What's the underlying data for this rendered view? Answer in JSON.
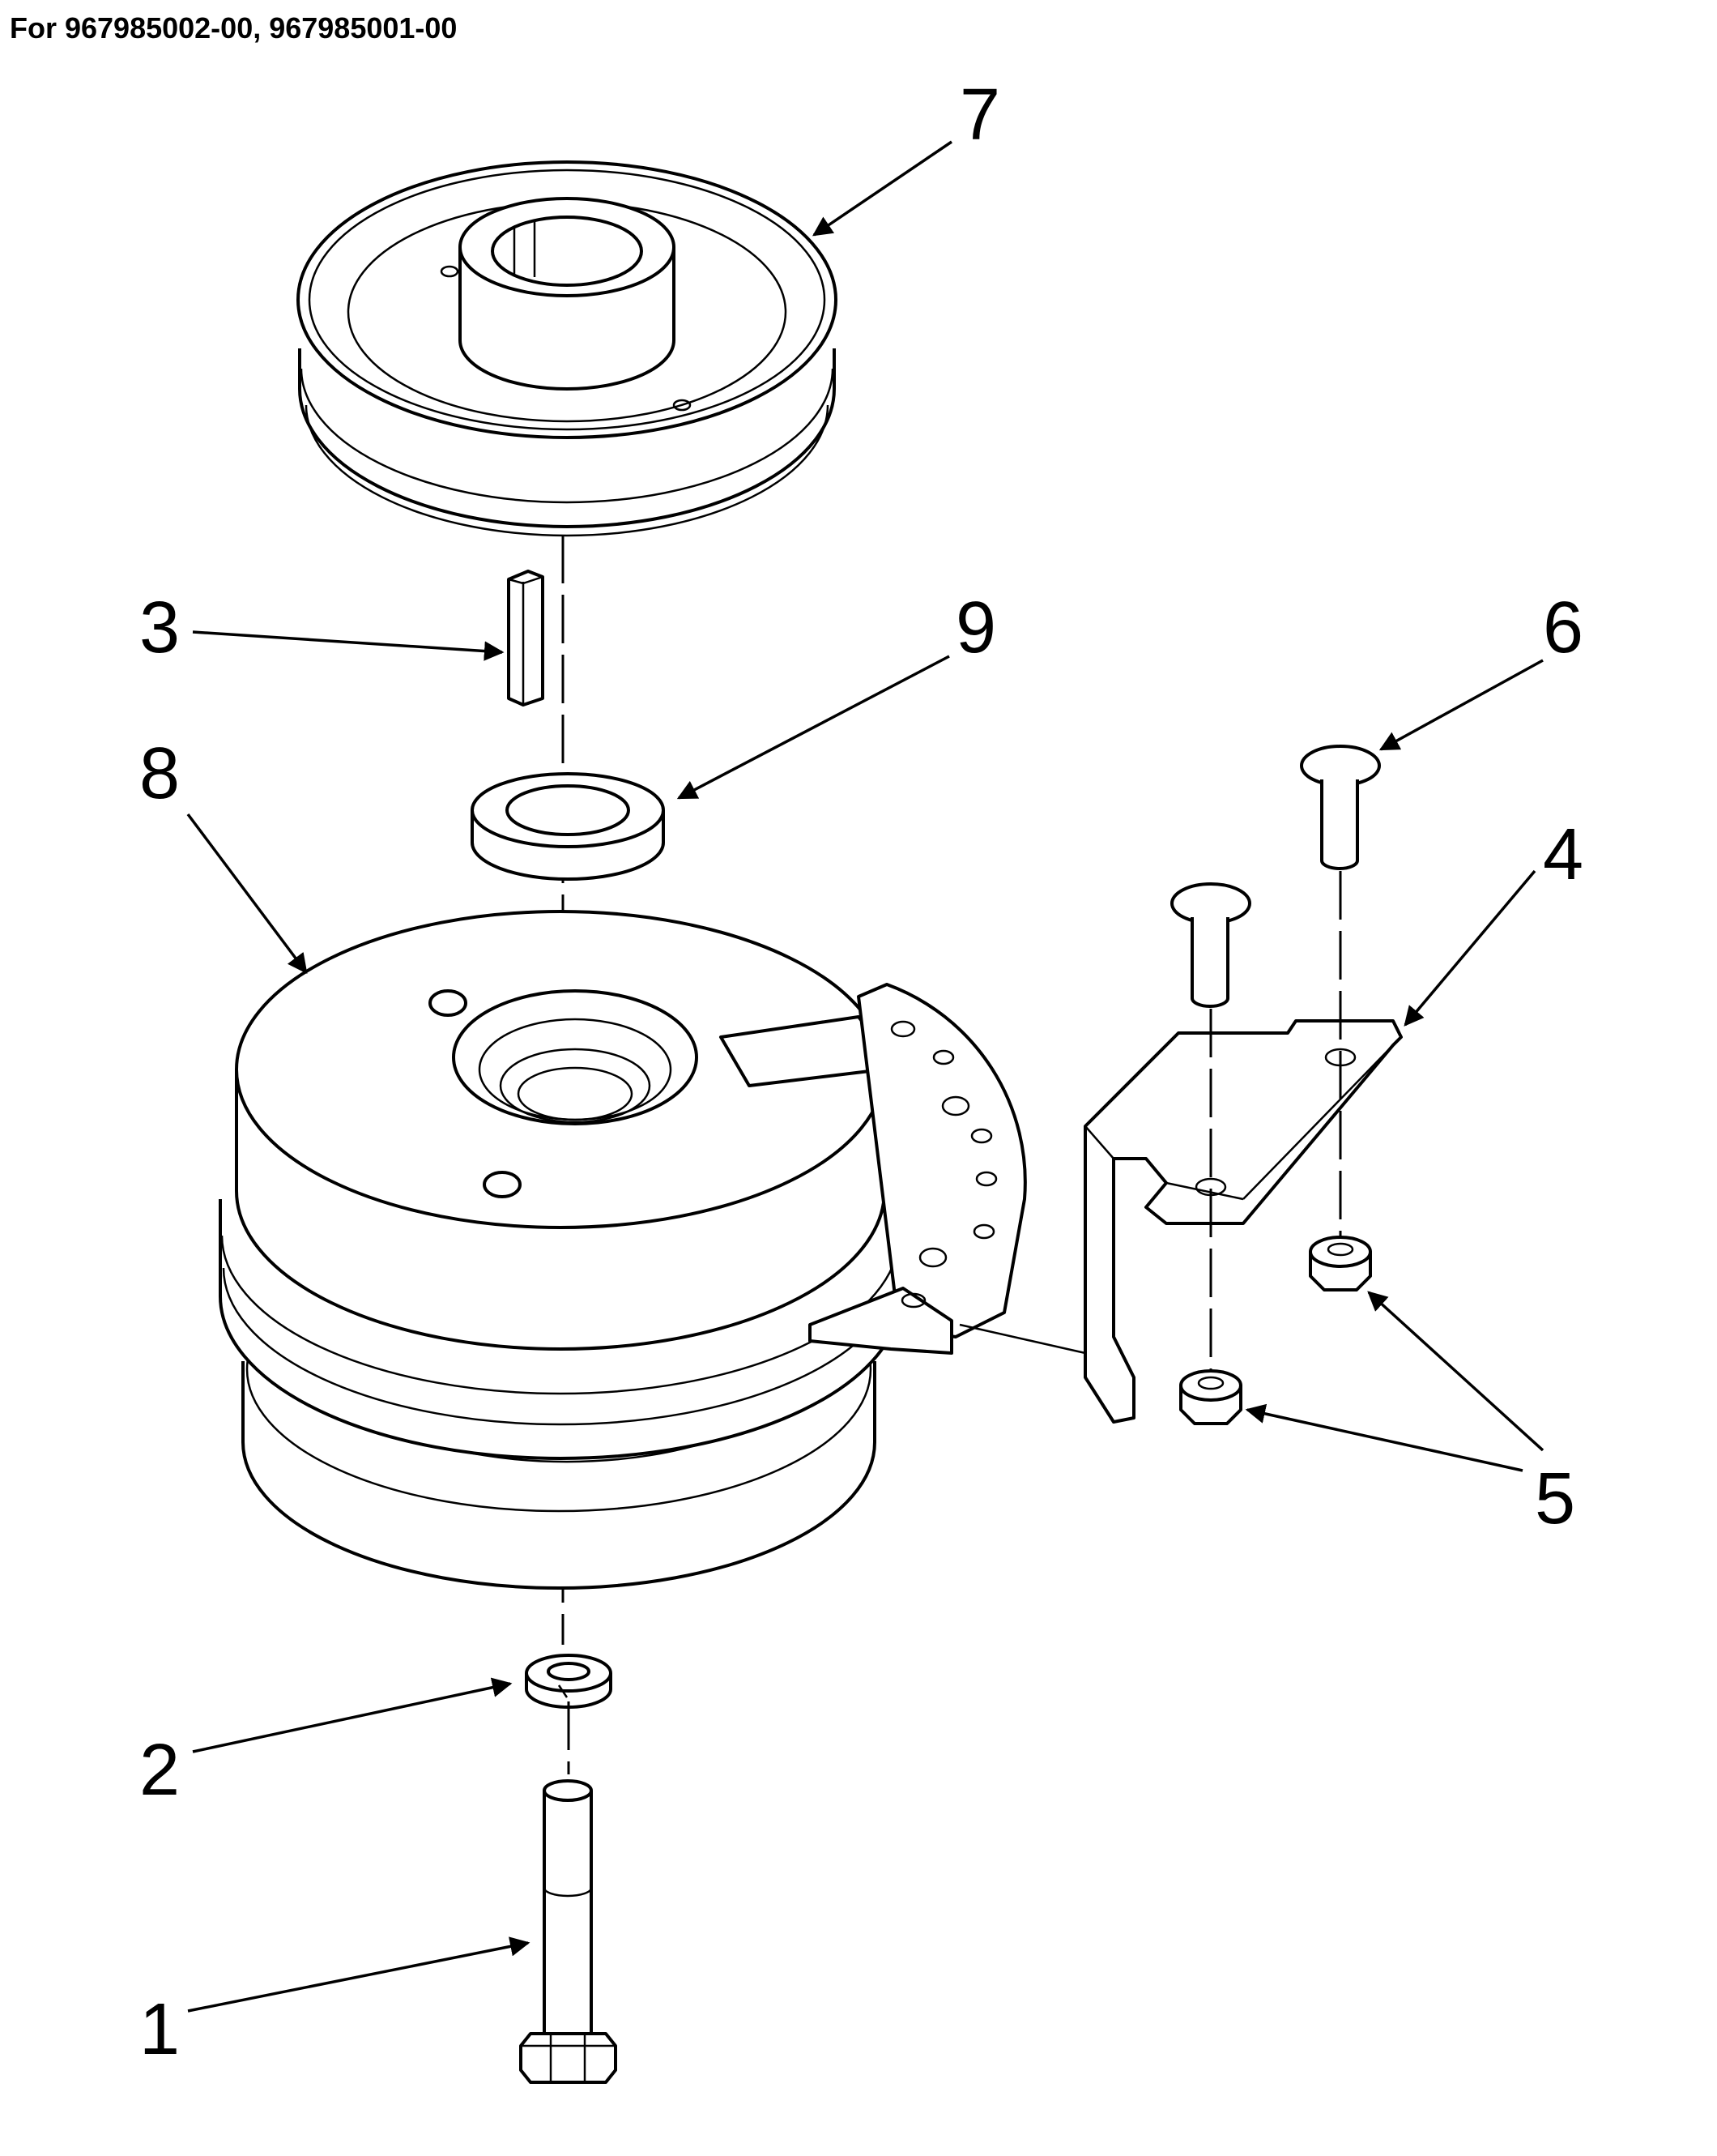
{
  "page": {
    "title": "For 967985002-00, 967985001-00"
  },
  "callouts": [
    {
      "id": "1",
      "label": "1"
    },
    {
      "id": "2",
      "label": "2"
    },
    {
      "id": "3",
      "label": "3"
    },
    {
      "id": "4",
      "label": "4"
    },
    {
      "id": "5",
      "label": "5"
    },
    {
      "id": "6",
      "label": "6"
    },
    {
      "id": "7",
      "label": "7"
    },
    {
      "id": "8",
      "label": "8"
    },
    {
      "id": "9",
      "label": "9"
    }
  ],
  "colors": {
    "ink": "#000000",
    "paper": "#ffffff"
  }
}
